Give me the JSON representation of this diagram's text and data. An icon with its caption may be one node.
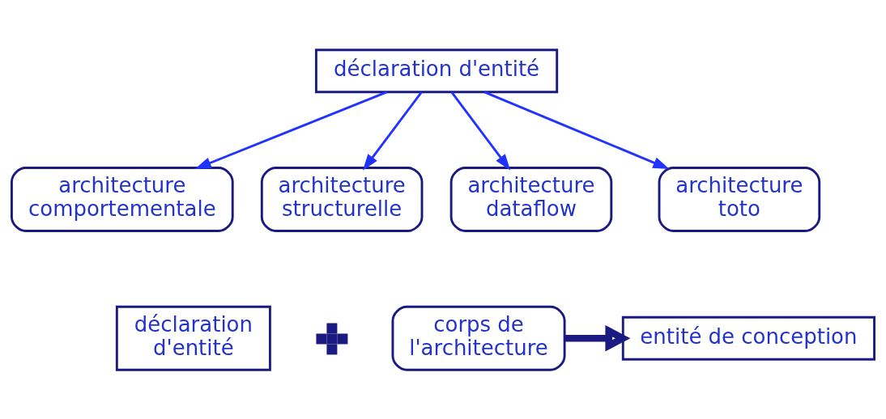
{
  "diagram": {
    "nodes": [
      {
        "text": [
          "déclaration d'entité"
        ]
      },
      {
        "text": [
          "architecture comportementale"
        ]
      },
      {
        "text": [
          "architecture structurelle"
        ]
      },
      {
        "text": [
          "architecture dataflow"
        ]
      },
      {
        "text": [
          "architecture toto"
        ]
      },
      {
        "text": [
          "déclaration d'entité"
        ]
      },
      {
        "text": [],
        "shape": "plus"
      },
      {
        "text": [
          "corps de l'architecture"
        ]
      },
      {
        "text": [
          "entité de conception"
        ]
      }
    ],
    "edges": [
      {
        "from": 0,
        "to": 1,
        "arrow": "to"
      },
      {
        "from": 0,
        "to": 2,
        "arrow": "to"
      },
      {
        "from": 0,
        "to": 3,
        "arrow": "to"
      },
      {
        "from": 0,
        "to": 4,
        "arrow": "to"
      },
      {
        "from": 7,
        "to": 8,
        "arrow": "to",
        "style": "thick",
        "color": "#1a1a80"
      }
    ]
  }
}
